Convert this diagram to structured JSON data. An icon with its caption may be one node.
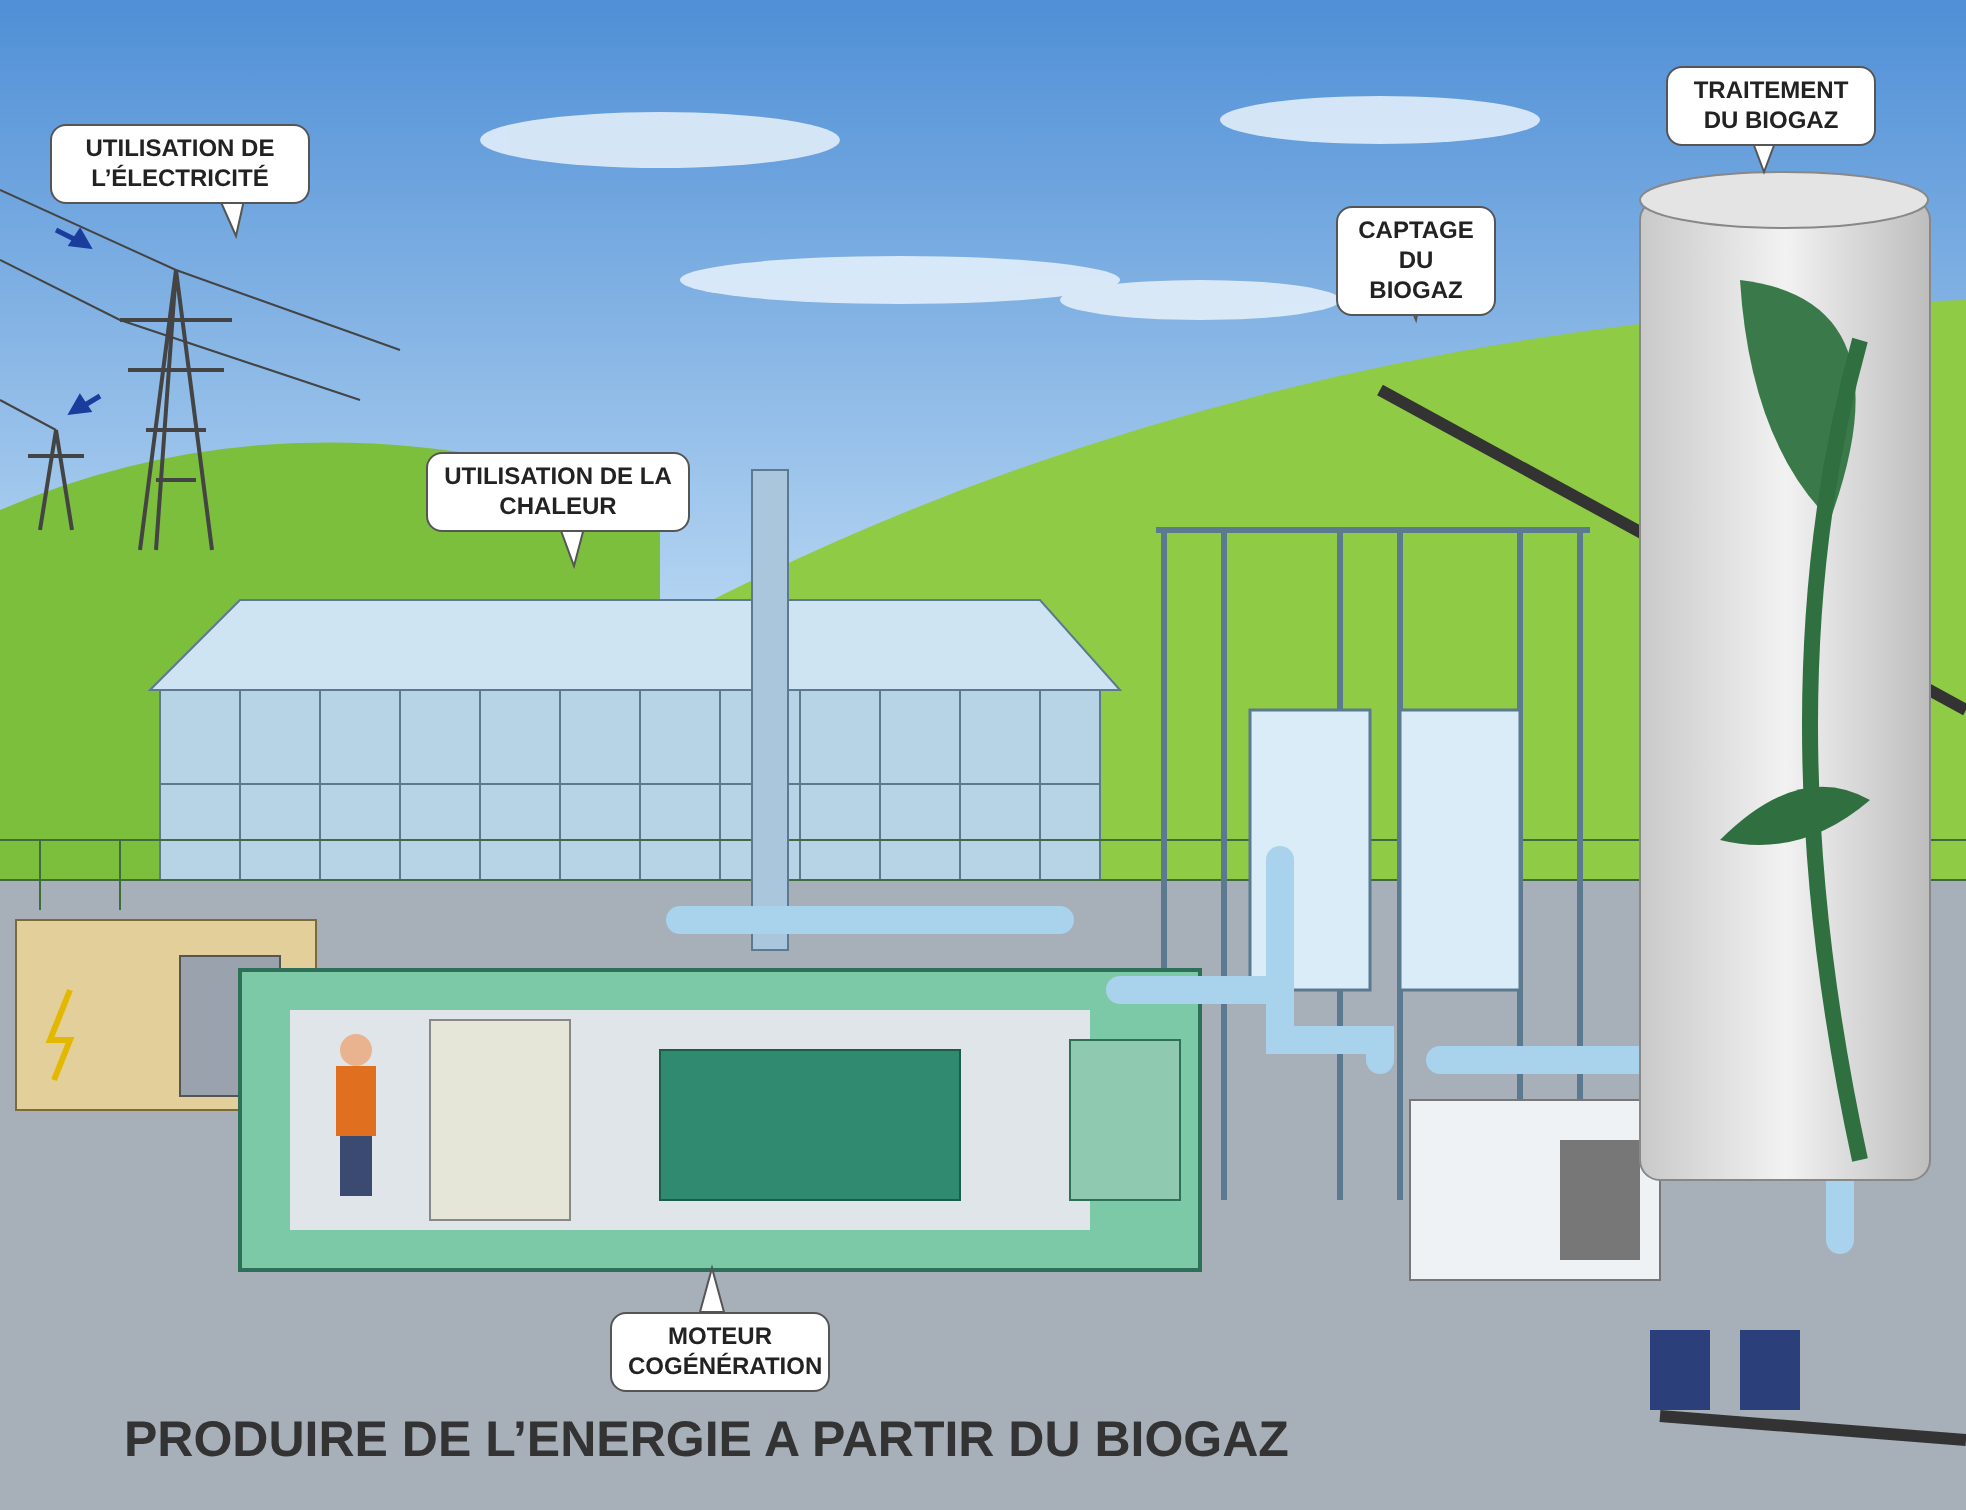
{
  "diagram": {
    "title": "PRODUIRE DE L’ENERGIE A PARTIR DU BIOGAZ",
    "labels": [
      "UTILISATION DE L’ÉLECTRICITÉ",
      "TRAITEMENT DU BIOGAZ",
      "CAPTAGE DU BIOGAZ",
      "UTILISATION DE LA CHALEUR",
      "MOTEUR COGÉNÉRATION"
    ]
  }
}
